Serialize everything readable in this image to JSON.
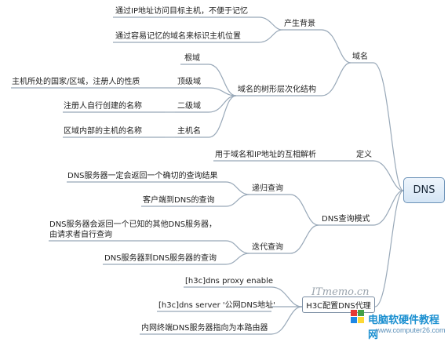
{
  "center": {
    "label": "DNS"
  },
  "branches": {
    "domain_name": {
      "label": "域名",
      "origin": {
        "label": "产生背景",
        "items": [
          "通过IP地址访问目标主机，不便于记忆",
          "通过容易记忆的域名来标识主机位置"
        ]
      },
      "hierarchy": {
        "label": "域名的树形层次化结构",
        "levels": [
          {
            "label": "根域",
            "desc": ""
          },
          {
            "label": "顶级域",
            "desc": "主机所处的国家/区域，注册人的性质"
          },
          {
            "label": "二级域",
            "desc": "注册人自行创建的名称"
          },
          {
            "label": "主机名",
            "desc": "区域内部的主机的名称"
          }
        ]
      }
    },
    "definition": {
      "label": "定义",
      "desc": "用于域名和IP地址的互相解析"
    },
    "query_modes": {
      "label": "DNS查询模式",
      "recursive": {
        "label": "递归查询",
        "items": [
          "DNS服务器一定会返回一个确切的查询结果",
          "客户端到DNS的查询"
        ]
      },
      "iterative": {
        "label": "迭代查询",
        "items": [
          "DNS服务器会返回一个已知的其他DNS服务器，由请求者自行查询",
          "DNS服务器到DNS服务器的查询"
        ]
      }
    },
    "h3c": {
      "label": "H3C配置DNS代理",
      "items": [
        "[h3c]dns proxy enable",
        "[h3c]dns server '公网DNS地址'",
        "内网终端DNS服务器指向为本路由器"
      ]
    }
  },
  "watermarks": {
    "itmemo": "ITmemo.cn",
    "site_name": "电脑软硬件教程网",
    "site_url": "www.computer26.com"
  },
  "colors": {
    "line": "#98a8b8",
    "node_border": "#6d93b8",
    "node_fill": "#e4eff9",
    "logo": [
      "#e53935",
      "#43a047",
      "#1e88e5",
      "#fdd835"
    ]
  }
}
